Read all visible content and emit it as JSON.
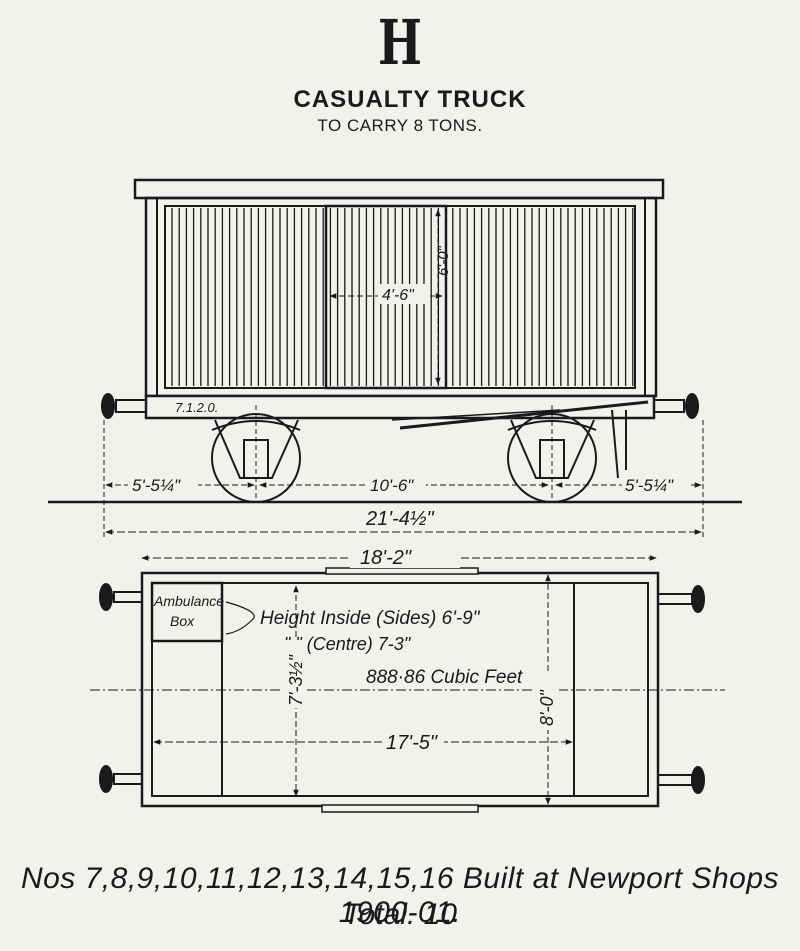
{
  "header": {
    "letter": "H",
    "title": "CASUALTY TRUCK",
    "subtitle": "TO CARRY 8 TONS."
  },
  "side_view": {
    "number_plate": "7.1.2.0.",
    "door_width": "4'-6\"",
    "door_height": "6'-0\"",
    "dim_left_overhang": "5'-5¼\"",
    "dim_wheelbase": "10'-6\"",
    "dim_right_overhang": "5'-5¼\"",
    "dim_overall_length": "21'-4½\""
  },
  "plan_view": {
    "dim_body_length": "18'-2\"",
    "ambulance_box_line1": "Ambulance",
    "ambulance_box_line2": "Box",
    "height_sides": "Height Inside (Sides) 6'-9\"",
    "height_centre": "\"      \"      (Centre) 7-3\"",
    "capacity": "888·86 Cubic Feet",
    "dim_inner_width": "7'-3½\"",
    "dim_inner_length": "17'-5\"",
    "dim_outer_width": "8'-0\""
  },
  "footer": {
    "line1": "Nos 7,8,9,10,11,12,13,14,15,16 Built at Newport Shops 1900-01.",
    "line2": "Total. 10"
  },
  "colors": {
    "ink": "#1a1a1a",
    "paper": "#f2f1ee"
  }
}
